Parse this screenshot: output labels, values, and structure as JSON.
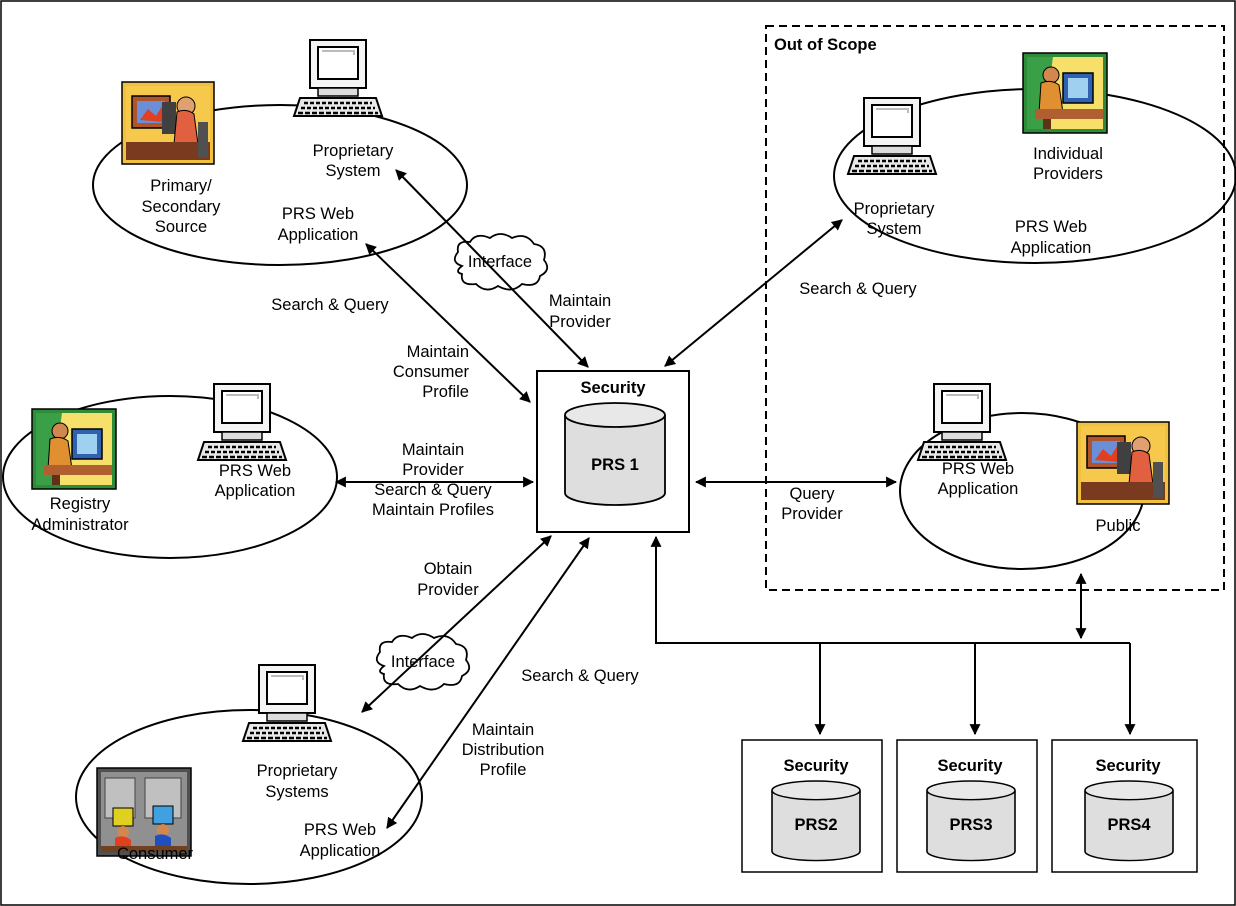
{
  "scope": {
    "title": "Out of Scope"
  },
  "primary_group": {
    "person_label": [
      "Primary/",
      "Secondary",
      "Source"
    ],
    "system_label": [
      "Proprietary",
      "System"
    ],
    "web_label": [
      "PRS Web",
      "Application"
    ]
  },
  "individual_group": {
    "person_label": [
      "Individual",
      "Providers"
    ],
    "system_label": [
      "Proprietary",
      "System"
    ],
    "web_label": [
      "PRS Web",
      "Application"
    ]
  },
  "registry_group": {
    "person_label": [
      "Registry",
      "Administrator"
    ],
    "web_label": [
      "PRS Web",
      "Application"
    ]
  },
  "public_group": {
    "person_label": [
      "Public"
    ],
    "web_label": [
      "PRS Web",
      "Application"
    ]
  },
  "consumer_group": {
    "person_label": [
      "Consumer"
    ],
    "system_label": [
      "Proprietary",
      "Systems"
    ],
    "web_label": [
      "PRS Web",
      "Application"
    ]
  },
  "interfaces": {
    "top": "Interface",
    "bottom": "Interface"
  },
  "flows": {
    "search_query_top_left": "Search & Query",
    "maintain_provider_top": [
      "Maintain",
      "Provider"
    ],
    "maintain_consumer_profile": [
      "Maintain",
      "Consumer",
      "Profile"
    ],
    "search_query_top_right": "Search & Query",
    "registry_flows": [
      "Maintain",
      "Provider",
      "Search & Query",
      "Maintain Profiles"
    ],
    "query_provider": [
      "Query",
      "Provider"
    ],
    "obtain_provider": [
      "Obtain",
      "Provider"
    ],
    "search_query_bottom": "Search & Query",
    "maintain_distribution_profile": [
      "Maintain",
      "Distribution",
      "Profile"
    ]
  },
  "central_db": {
    "security": "Security",
    "name": "PRS 1"
  },
  "satellite_dbs": [
    {
      "security": "Security",
      "name": "PRS2"
    },
    {
      "security": "Security",
      "name": "PRS3"
    },
    {
      "security": "Security",
      "name": "PRS4"
    }
  ]
}
